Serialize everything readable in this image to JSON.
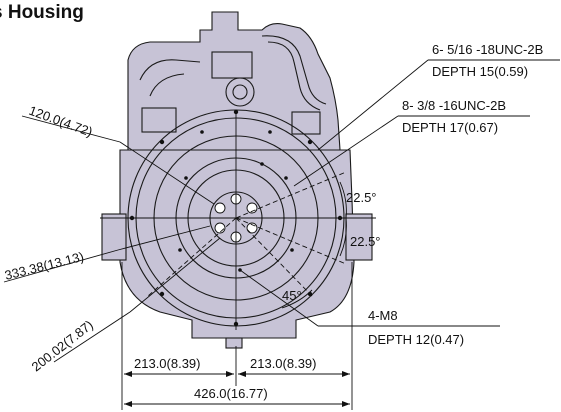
{
  "heading": "s Housing",
  "callouts": [
    {
      "thread": "6- 5/16 -18UNC-2B",
      "depth": "DEPTH 15(0.59)"
    },
    {
      "thread": "8- 3/8 -16UNC-2B",
      "depth": "DEPTH 17(0.67)"
    },
    {
      "thread": "4-M8",
      "depth": "DEPTH 12(0.47)"
    }
  ],
  "angles": [
    "22.5°",
    "22.5°",
    "45°"
  ],
  "diameters": [
    "120.0(4.72)",
    "333.38(13.13)",
    "200.02(7.87)"
  ],
  "horizontal_dims": [
    "213.0(8.39)",
    "213.0(8.39)",
    "426.0(16.77)"
  ],
  "colors": {
    "housing": "#c7c3d6",
    "line": "#111111",
    "background": "#ffffff"
  }
}
